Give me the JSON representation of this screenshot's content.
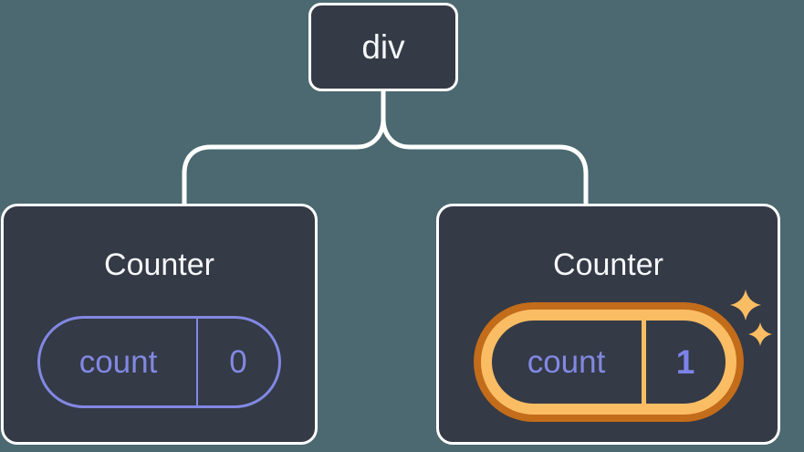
{
  "diagram": {
    "description": "React component tree with state",
    "tree": {
      "root": {
        "label": "div"
      },
      "children": [
        {
          "title": "Counter",
          "state": {
            "key": "count",
            "value": "0"
          },
          "highlighted": false
        },
        {
          "title": "Counter",
          "state": {
            "key": "count",
            "value": "1"
          },
          "highlighted": true
        }
      ]
    },
    "icons": {
      "sparkles": "sparkles-icon"
    }
  },
  "colors": {
    "bg": "#4c6971",
    "node": "#343a46",
    "line": "#ffffff",
    "title": "#f6f7f9",
    "accent": "#8288e2",
    "accent_bold": "#7c83e8",
    "hl_dark": "#c36c1a",
    "hl_light": "#fabd63"
  }
}
